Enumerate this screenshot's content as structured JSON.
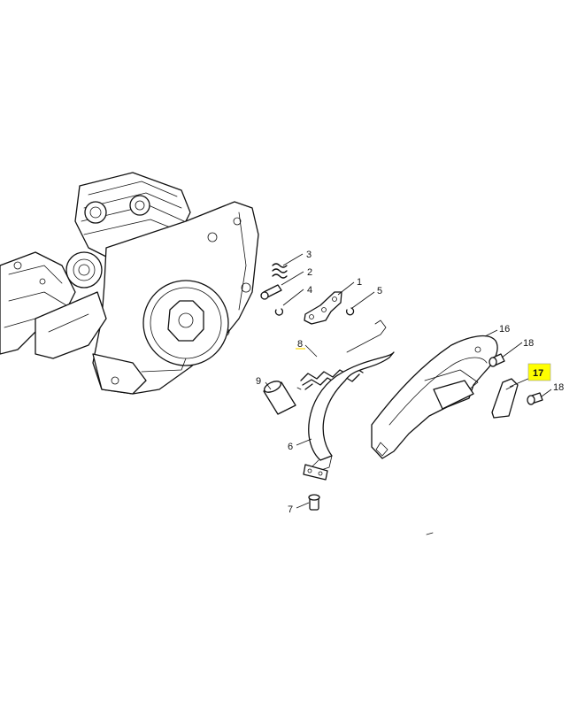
{
  "callouts": [
    {
      "id": "1",
      "text": "1"
    },
    {
      "id": "2",
      "text": "2"
    },
    {
      "id": "3",
      "text": "3"
    },
    {
      "id": "4",
      "text": "4"
    },
    {
      "id": "5",
      "text": "5"
    },
    {
      "id": "6",
      "text": "6"
    },
    {
      "id": "7",
      "text": "7"
    },
    {
      "id": "8",
      "text": "8"
    },
    {
      "id": "9",
      "text": "9"
    },
    {
      "id": "16",
      "text": "16"
    },
    {
      "id": "17",
      "text": "17"
    },
    {
      "id": "18a",
      "text": "18"
    },
    {
      "id": "18b",
      "text": "18"
    }
  ],
  "highlight_color": "#ffff00",
  "highlighted": [
    "17"
  ],
  "dot_markers": [
    "8"
  ]
}
